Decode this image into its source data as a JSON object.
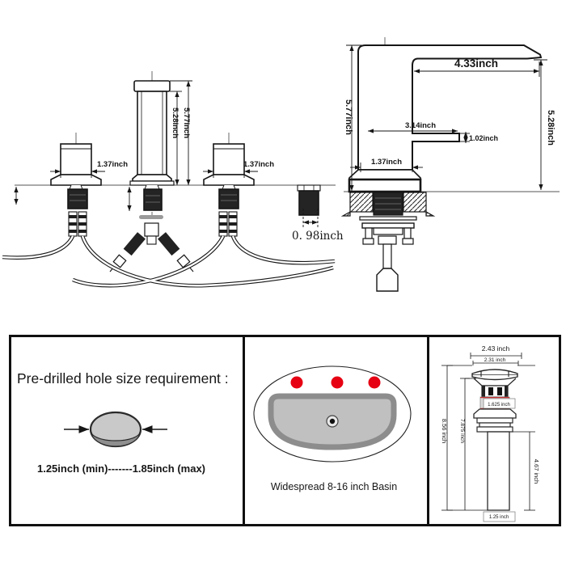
{
  "colors": {
    "line": "#161616",
    "red_accent": "#e60113",
    "red_text": "#e01010",
    "hole_gray": "#c9c9c9",
    "hole_shadow": "#8f8f8f",
    "basin_fill": "#c0c0c0",
    "basin_ring": "#8d8d8d"
  },
  "front_view": {
    "dim_handle_left": "1.37inch",
    "dim_handle_right": "1.37inch",
    "dim_height_total": "5.77inch",
    "dim_height_body": "5.28inch",
    "dim_shank_width": "0. 98inch"
  },
  "side_view": {
    "dim_spout_reach": "4.33inch",
    "dim_height_total": "5.77inch",
    "dim_height_spout": "5.28inch",
    "dim_lever_reach": "3.14inch",
    "dim_lever_thickness": "1.02inch",
    "dim_base_width": "1.37inch"
  },
  "hole_panel": {
    "title": "Pre-drilled hole size requirement :",
    "size_range": "1.25inch (min)-------1.85inch (max)"
  },
  "basin_panel": {
    "caption": "Widespread 8-16 inch Basin"
  },
  "drain_panel": {
    "dim_top_width": "2.43 inch",
    "dim_cap_width": "2.31 inch",
    "dim_total_height": "8.56 inch",
    "dim_upper_height": "7.875 inch",
    "dim_thread": "1.625 inch",
    "dim_tail_height": "4.67 inch",
    "dim_tube_width": "1.25 inch"
  }
}
